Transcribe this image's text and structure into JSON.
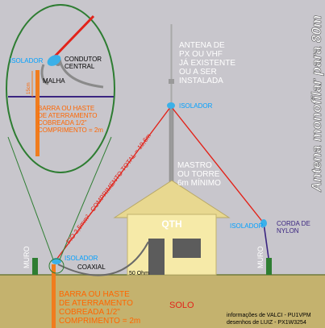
{
  "title": "Antena monofilar para 80m",
  "colors": {
    "sky": "#c8c6cc",
    "ground": "#c4b26e",
    "ground_line": "#6e7a3a",
    "wire": "#e2231a",
    "mast": "#9a9a9a",
    "insulator": "#3bb0e8",
    "ground_rod": "#f07c1e",
    "house_wall": "#f6eaa8",
    "house_roof": "#e8d890",
    "wall_green": "#2e7d32",
    "label_blue": "#00a0ff",
    "label_orange": "#ff6600",
    "label_grey": "#ffffff",
    "label_purple": "#3a2480"
  },
  "labels": {
    "antenna_px": [
      "ANTENA DE",
      "PX OU VHF",
      "JÁ EXISTENTE",
      "OU A SER",
      "INSTALADA"
    ],
    "mast": [
      "MASTRO",
      "OU TORRE",
      "6m MÍNIMO"
    ],
    "insulator_top": "ISOLADOR",
    "insulator_right": "ISOLADOR",
    "nylon_rope": [
      "CORDA DE",
      "NYLON"
    ],
    "qth": "QTH",
    "wire": "FIO 2,5mm² - COMPRIMENTO TOTAL = 19,6m",
    "insulator_bottom": "ISOLADOR",
    "coax": "COAXIAL",
    "ohm": "50 Ohm",
    "wall_left": "MURO",
    "wall_right": "MURO",
    "ground_rod": [
      "BARRA OU HASTE",
      "DE ATERRAMENTO",
      "COBREADA 1/2\"",
      "COMPRIMENTO = 2m"
    ],
    "soil": "SOLO",
    "credits": [
      "informações de VALCI - PU1VPM",
      "desenhos de LUIZ - PX1W3254"
    ]
  },
  "detail": {
    "insulator": "ISOLADOR",
    "conductor": [
      "CONDUTOR",
      "CENTRAL"
    ],
    "braid": "MALHA",
    "depth": "15cm",
    "ground_rod": [
      "BARRA OU HASTE",
      "DE ATERRAMENTO",
      "COBREADA 1/2\"",
      "COMPRIMENTO = 2m"
    ]
  }
}
